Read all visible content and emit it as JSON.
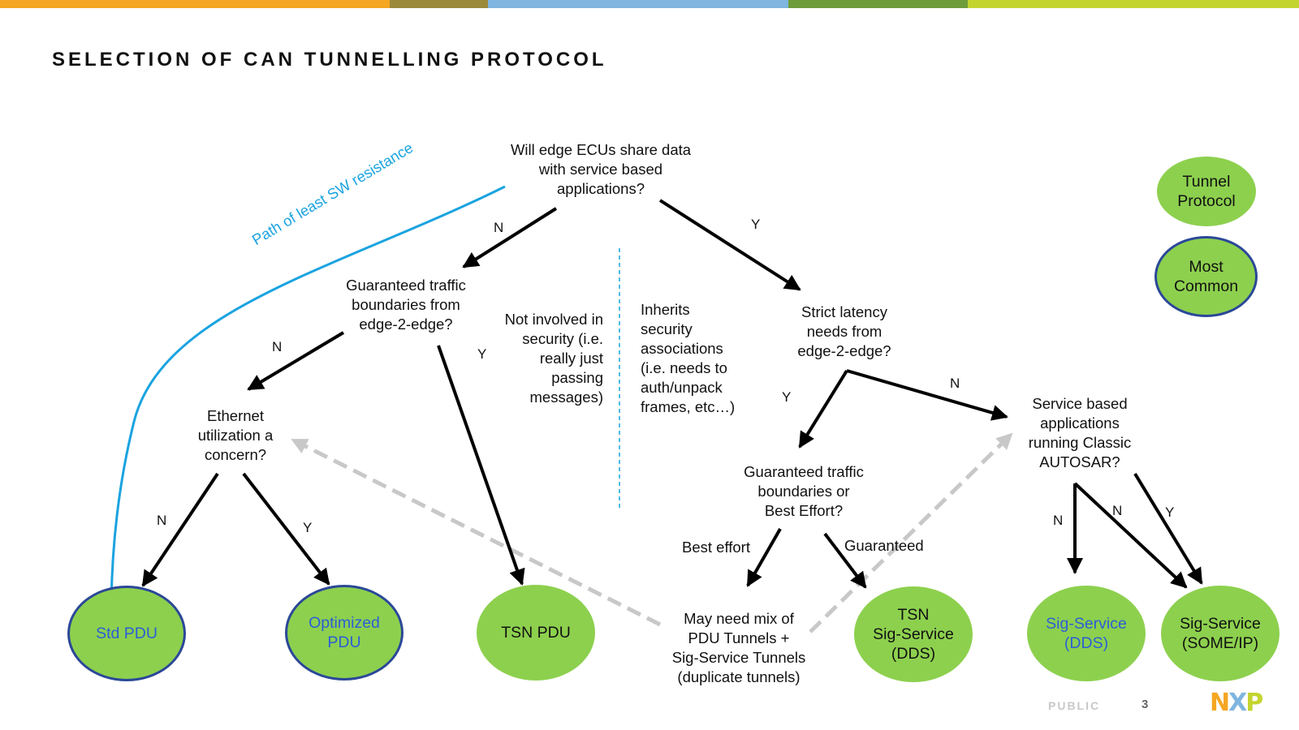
{
  "header": {
    "title": "SELECTION OF CAN TUNNELLING PROTOCOL",
    "stripe_colors": [
      "#f5a623",
      "#9b8a3a",
      "#7fb5df",
      "#6e9c3a",
      "#c4d42f"
    ]
  },
  "legend": {
    "tunnel_protocol": "Tunnel\nProtocol",
    "most_common": "Most\nCommon"
  },
  "questions": {
    "q1": "Will edge ECUs share data\nwith service based\napplications?",
    "q2": "Guaranteed traffic\nboundaries from\nedge-2-edge?",
    "q3": "Ethernet\nutilization a\nconcern?",
    "q4": "Strict latency\nneeds from\nedge-2-edge?",
    "q5": "Guaranteed traffic\nboundaries or\nBest Effort?",
    "q6": "Service based\napplications\nrunning Classic\nAUTOSAR?"
  },
  "notes": {
    "not_involved": "Not involved in\nsecurity (i.e.\nreally just\npassing\nmessages)",
    "inherits": "Inherits\nsecurity\nassociations\n(i.e. needs to\nauth/unpack\nframes, etc…)",
    "mix": "May need mix of\nPDU Tunnels +\nSig-Service Tunnels\n(duplicate tunnels)",
    "path": "Path of least SW resistance"
  },
  "edge_labels": {
    "q1_n": "N",
    "q1_y": "Y",
    "q2_n": "N",
    "q2_y": "Y",
    "q3_n": "N",
    "q3_y": "Y",
    "q4_y": "Y",
    "q4_n": "N",
    "best_effort": "Best effort",
    "guaranteed": "Guaranteed",
    "q6_n1": "N",
    "q6_n2": "N",
    "q6_y": "Y"
  },
  "outcomes": {
    "std_pdu": "Std PDU",
    "optimized_pdu": "Optimized\nPDU",
    "tsn_pdu": "TSN PDU",
    "tsn_sig": "TSN\nSig-Service\n(DDS)",
    "sig_dds": "Sig-Service\n(DDS)",
    "sig_someip": "Sig-Service\n(SOME/IP)"
  },
  "footer": {
    "classification": "PUBLIC",
    "page": "3",
    "logo_n": "N",
    "logo_x": "X",
    "logo_p": "P"
  },
  "colors": {
    "oval_fill": "#8dd04e",
    "most_common_border": "#2b4898",
    "path_blue": "#1aa3e0",
    "dashed_gray": "#c8c8c8"
  }
}
